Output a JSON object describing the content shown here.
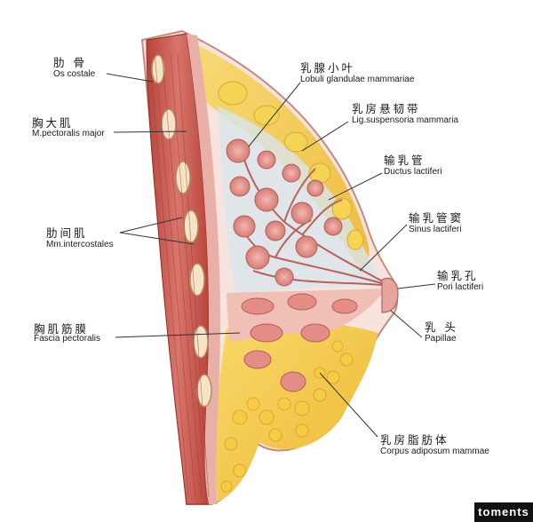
{
  "labels": {
    "os_costale": {
      "zh": "肋  骨",
      "la": "Os costale"
    },
    "pectoralis_major": {
      "zh": "胸大肌",
      "la": "M.pectoralis major"
    },
    "intercostales": {
      "zh": "肋间肌",
      "la": "Mm.intercostales"
    },
    "fascia": {
      "zh": "胸肌筋膜",
      "la": "Fascia pectoralis"
    },
    "lobuli": {
      "zh": "乳腺小叶",
      "la": "Lobuli glandulae mammariae"
    },
    "lig": {
      "zh": "乳房悬韧带",
      "la": "Lig.suspensoria mammaria"
    },
    "ductus": {
      "zh": "输乳管",
      "la": "Ductus lactiferi"
    },
    "sinus": {
      "zh": "输乳管窦",
      "la": "Sinus lactiferi"
    },
    "pori": {
      "zh": "输乳孔",
      "la": "Pori lactiferi"
    },
    "papillae": {
      "zh": "乳  头",
      "la": "Papillae"
    },
    "corpus": {
      "zh": "乳房脂肪体",
      "la": "Corpus adiposum mammae"
    }
  },
  "watermark": "toments",
  "colors": {
    "muscle": "#c8564a",
    "fat": "#f2c94c",
    "gland": "#e59a96",
    "skin": "#f4d6cf",
    "leader": "#333333"
  }
}
